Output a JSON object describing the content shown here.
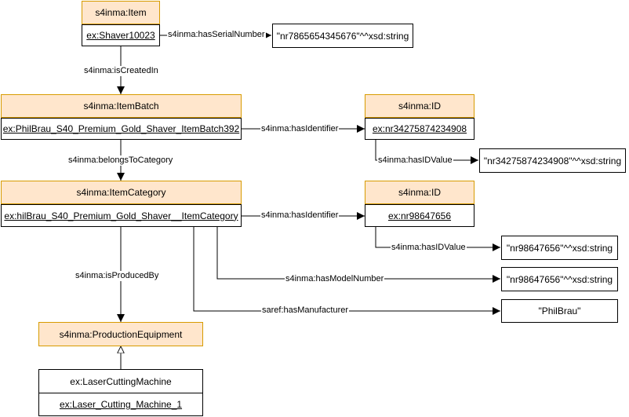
{
  "nodes": {
    "item_class": "s4inma:Item",
    "item_instance": "ex:Shaver10023",
    "serial_literal": "\"nr7865654345676\"^^xsd:string",
    "batch_class": "s4inma:ItemBatch",
    "batch_instance": "ex:PhilBrau_S40_Premium_Gold_Shaver_ItemBatch392",
    "id1_class": "s4inma:ID",
    "id1_instance": "ex:nr34275874234908",
    "id1_literal": "\"nr34275874234908\"^^xsd:string",
    "category_class": "s4inma:ItemCategory",
    "category_instance": "ex:hilBrau_S40_Premium_Gold_Shaver__ItemCategory",
    "id2_class": "s4inma:ID",
    "id2_instance": "ex:nr98647656",
    "id2_literal": "\"nr98647656\"^^xsd:string",
    "model_literal": "\"nr98647656\"^^xsd:string",
    "manufacturer_literal": "\"PhilBrau\"",
    "equipment_class": "s4inma:ProductionEquipment",
    "machine_class": "ex:LaserCuttingMachine",
    "machine_instance": "ex:Laser_Cutting_Machine_1"
  },
  "edges": {
    "has_serial_number": "s4inma:hasSerialNumber",
    "is_created_in": "s4inma:isCreatedIn",
    "has_identifier_1": "s4inma:hasIdentifier",
    "has_id_value_1": "s4inma:hasIDValue",
    "belongs_to_category": "s4inma:belongsToCategory",
    "has_identifier_2": "s4inma:hasIdentifier",
    "has_id_value_2": "s4inma:hasIDValue",
    "has_model_number": "s4inma:hasModelNumber",
    "has_manufacturer": "saref:hasManufacturer",
    "is_produced_by": "s4inma:isProducedBy"
  },
  "colors": {
    "class_fill": "#ffe6cc",
    "class_border": "#d79b00",
    "line": "#000000"
  }
}
